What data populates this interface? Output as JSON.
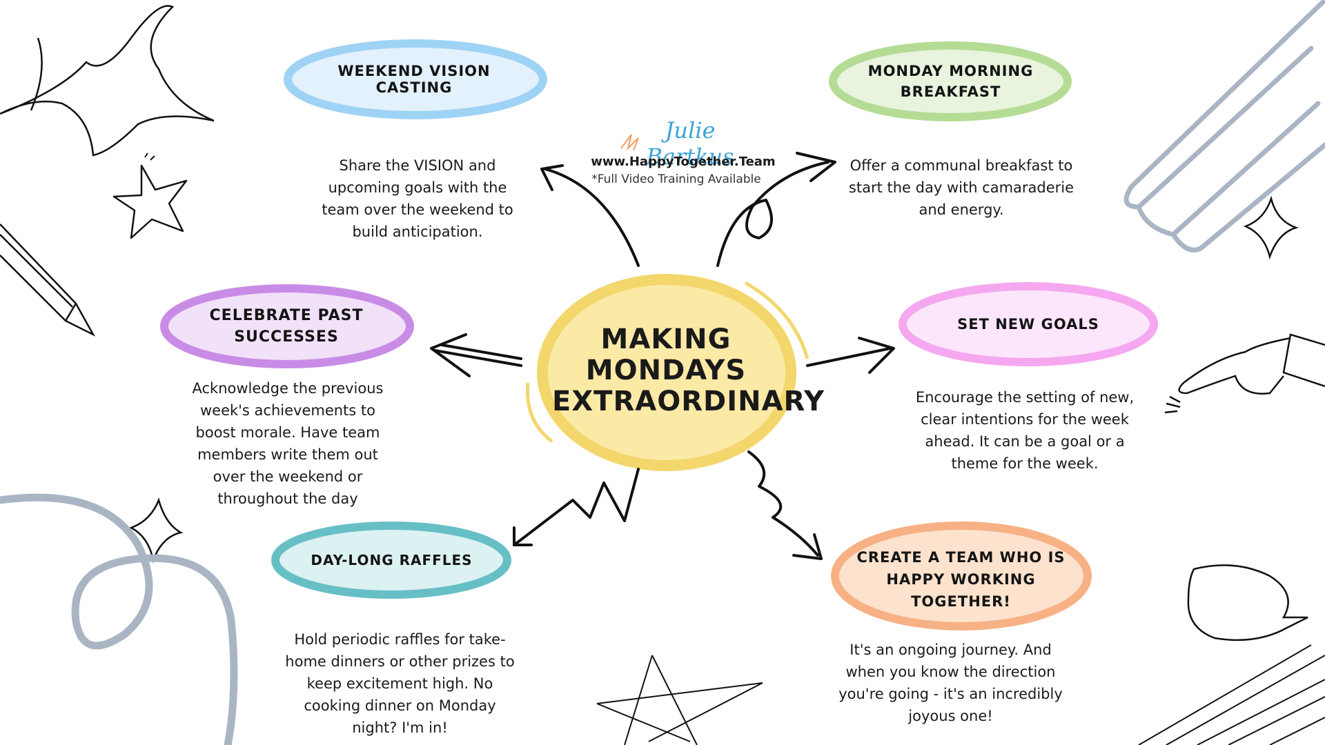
{
  "center": {
    "title": "MAKING MONDAYS EXTRAORDINARY"
  },
  "brand": {
    "name": "Julie Bartkus",
    "url": "www.HappyTogether.Team",
    "note": "*Full Video Training Available"
  },
  "nodes": [
    {
      "id": "weekend-vision",
      "title": "WEEKEND VISION CASTING",
      "color": "#9fd3f5",
      "description": "Share the VISION and upcoming goals with the team over the weekend to build anticipation."
    },
    {
      "id": "monday-breakfast",
      "title": "MONDAY MORNING BREAKFAST",
      "color": "#b5dc95",
      "description": "Offer a communal breakfast to start the day with camaraderie and energy."
    },
    {
      "id": "celebrate-past",
      "title": "CELEBRATE PAST SUCCESSES",
      "color": "#c98ce6",
      "description": "Acknowledge the previous week's achievements to boost morale. Have team members write them out over the weekend or throughout the day"
    },
    {
      "id": "set-new-goals",
      "title": "SET NEW GOALS",
      "color": "#f5a8f0",
      "description": "Encourage the setting of new, clear intentions for the week ahead. It can be a goal or a theme for the week."
    },
    {
      "id": "day-long-raffles",
      "title": "DAY-LONG RAFFLES",
      "color": "#67bfc6",
      "description": "Hold periodic raffles for take-home dinners or other prizes to keep excitement high. No cooking dinner on Monday night? I'm in!"
    },
    {
      "id": "create-team",
      "title": "CREATE A TEAM WHO IS HAPPY WORKING TOGETHER!",
      "color": "#f7b184",
      "description": "It's an ongoing journey. And when you know the direction you're going - it's an incredibly joyous one!"
    }
  ],
  "colors": {
    "center": "#fbe9a6",
    "center_stroke": "#f3d76c",
    "swirl": "#aab5c4"
  }
}
